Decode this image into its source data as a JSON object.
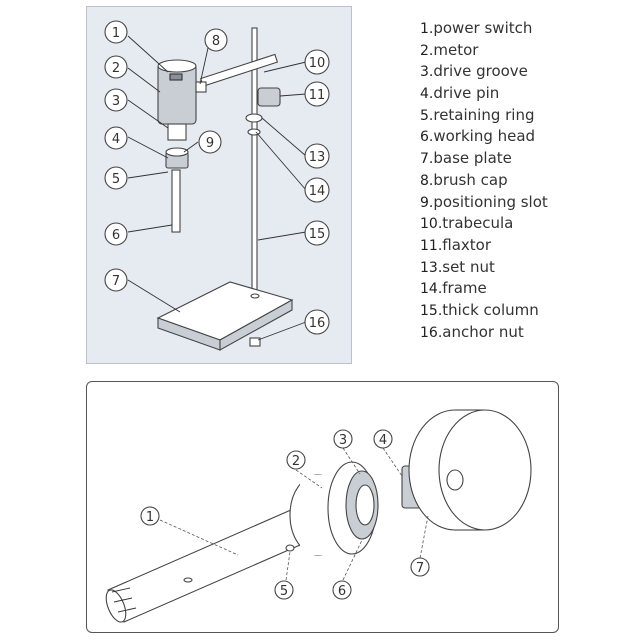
{
  "legend": [
    {
      "num": "1.",
      "label": "power switch"
    },
    {
      "num": "2.",
      "label": "metor"
    },
    {
      "num": "3.",
      "label": "drive groove"
    },
    {
      "num": "4.",
      "label": "drive pin"
    },
    {
      "num": "5.",
      "label": "retaining ring"
    },
    {
      "num": "6.",
      "label": "working head"
    },
    {
      "num": "7.",
      "label": "base plate"
    },
    {
      "num": "8.",
      "label": "brush cap"
    },
    {
      "num": "9.",
      "label": "positioning slot"
    },
    {
      "num": "10.",
      "label": "trabecula"
    },
    {
      "num": "11.",
      "label": "flaxtor"
    },
    {
      "num": "13.",
      "label": "set nut"
    },
    {
      "num": "14.",
      "label": "frame"
    },
    {
      "num": "15.",
      "label": "thick column"
    },
    {
      "num": "16.",
      "label": "anchor nut"
    }
  ],
  "top_callouts": [
    "1",
    "2",
    "3",
    "4",
    "5",
    "6",
    "7",
    "8",
    "9",
    "10",
    "11",
    "13",
    "14",
    "15",
    "16"
  ],
  "bottom_callouts": [
    "1",
    "2",
    "3",
    "4",
    "5",
    "6",
    "7"
  ]
}
